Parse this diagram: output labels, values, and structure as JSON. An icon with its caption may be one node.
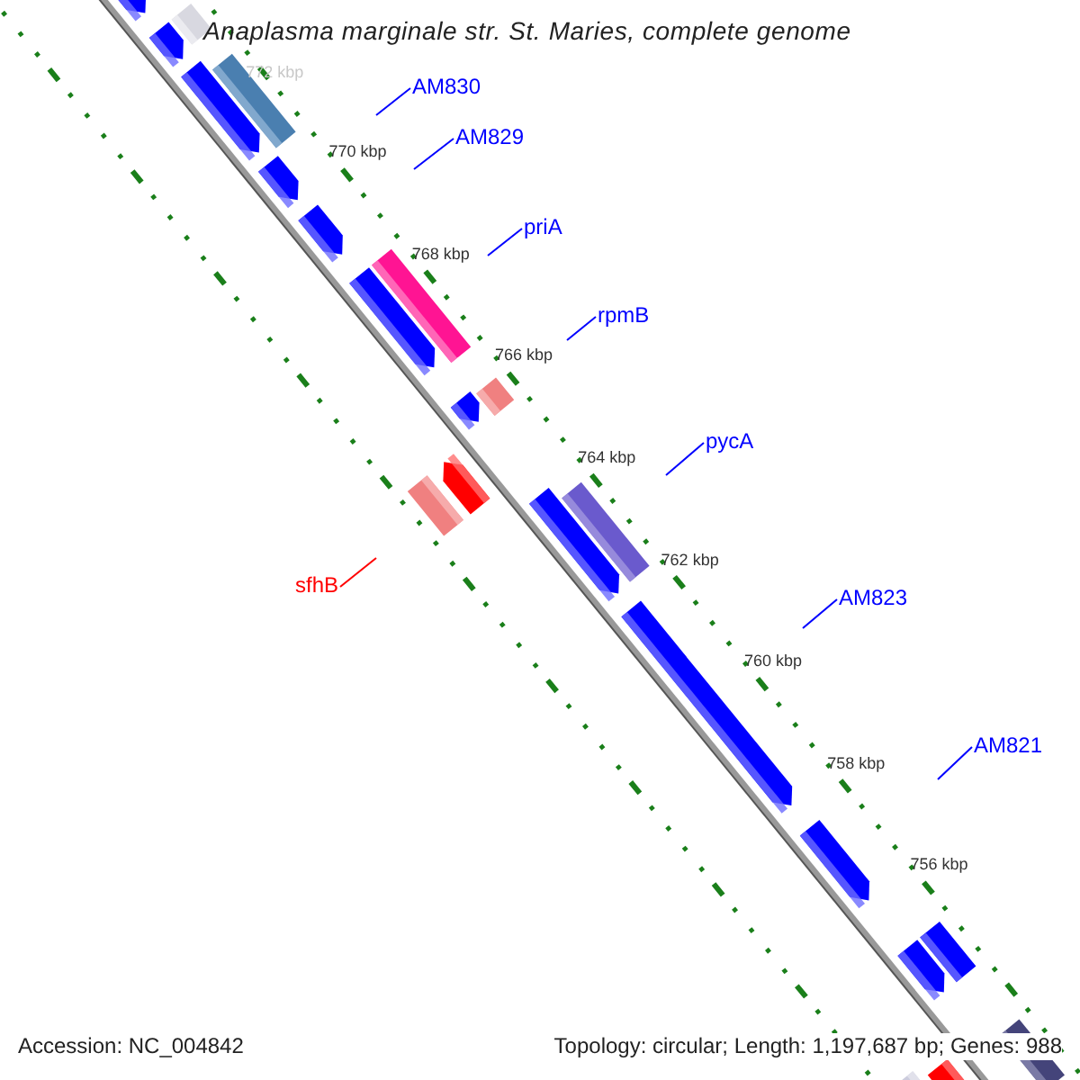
{
  "diagram": {
    "title": "Anaplasma marginale str. St. Maries, complete genome",
    "nodes": [
      {
        "text": [
          "AM830"
        ]
      },
      {
        "text": [
          "AM829"
        ]
      },
      {
        "text": [
          "priA"
        ]
      },
      {
        "text": [
          "rpmB"
        ]
      },
      {
        "text": [
          "pycA"
        ]
      },
      {
        "text": [
          "sfhB"
        ]
      },
      {
        "text": [
          "AM823"
        ]
      },
      {
        "text": [
          "AM821"
        ]
      }
    ],
    "edges": [
      {
        "from": 0,
        "to": null,
        "arrow": "none"
      },
      {
        "from": 1,
        "to": null,
        "arrow": "none"
      },
      {
        "from": 2,
        "to": null,
        "arrow": "none"
      },
      {
        "from": 3,
        "to": null,
        "arrow": "none"
      },
      {
        "from": 4,
        "to": null,
        "arrow": "none"
      },
      {
        "from": 5,
        "to": null,
        "arrow": "none",
        "color": "#ff0000"
      },
      {
        "from": 6,
        "to": null,
        "arrow": "none"
      },
      {
        "from": 7,
        "to": null,
        "arrow": "none"
      }
    ],
    "labels": [
      "772 kbp",
      "770 kbp",
      "768 kbp",
      "766 kbp",
      "764 kbp",
      "762 kbp",
      "760 kbp",
      "758 kbp",
      "756 kbp",
      "Accession: NC_004842",
      "Topology: circular; Length: 1,197,687 bp; Genes: 988"
    ]
  }
}
